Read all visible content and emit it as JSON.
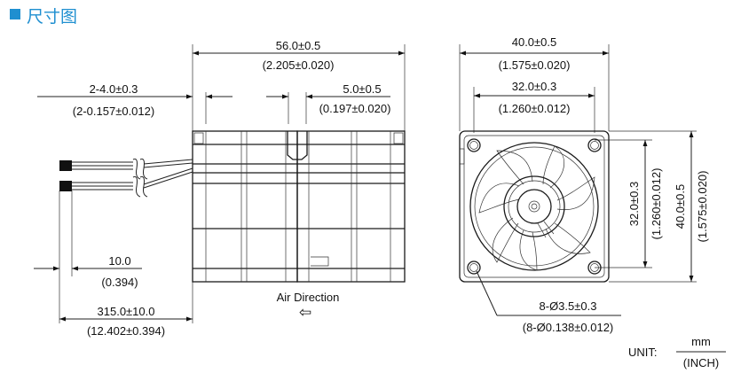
{
  "header": {
    "title": "尺寸图",
    "accent_color": "#1f8fd0"
  },
  "side_view": {
    "overall_length": "56.0±0.5",
    "overall_length_inch": "(2.205±0.020)",
    "lead_spacing": "2-4.0±0.3",
    "lead_spacing_inch": "(2-0.157±0.012)",
    "rib_width": "5.0±0.5",
    "rib_width_inch": "(0.197±0.020)",
    "strip_length": "10.0",
    "strip_length_inch": "(0.394)",
    "lead_length": "315.0±10.0",
    "lead_length_inch": "(12.402±0.394)",
    "airflow_label": "Air Direction",
    "airflow_arrow": "⇦"
  },
  "front_view": {
    "frame_width": "40.0±0.5",
    "frame_width_inch": "(1.575±0.020)",
    "hole_pitch": "32.0±0.3",
    "hole_pitch_inch": "(1.260±0.012)",
    "hole_pitch_vertical": "32.0±0.3",
    "hole_pitch_vertical_inch": "(1.260±0.012)",
    "frame_height": "40.0±0.5",
    "frame_height_inch": "(1.575±0.020)",
    "mounting_holes": "8-Ø3.5±0.3",
    "mounting_holes_inch": "(8-Ø0.138±0.012)"
  },
  "units": {
    "prefix": "UNIT:",
    "numerator": "mm",
    "denominator": "(INCH)"
  }
}
